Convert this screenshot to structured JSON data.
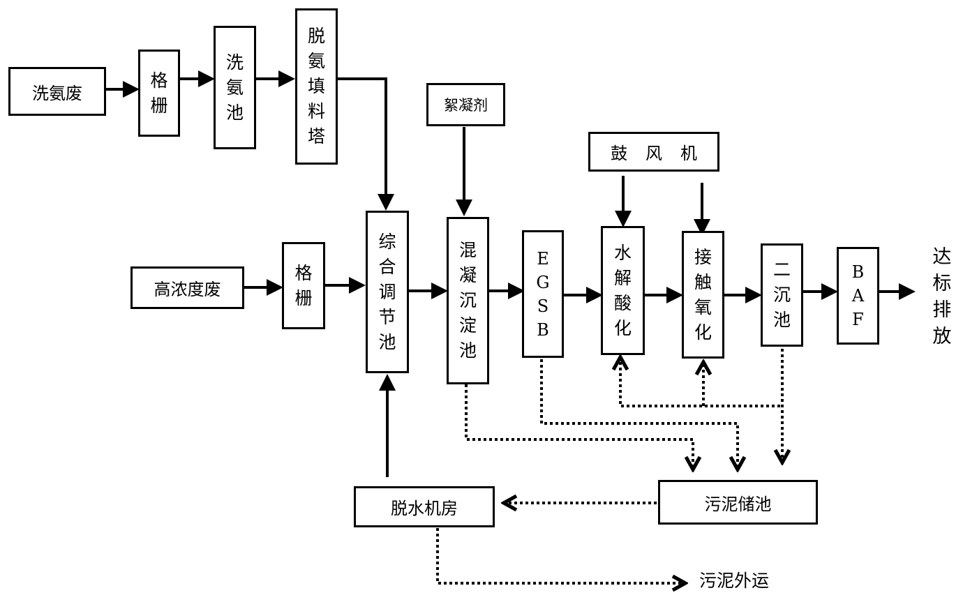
{
  "nodes": {
    "xian_an_fei": "洗氨废",
    "ge_shan_1": "格栅",
    "xi_an_chi": "洗氨池",
    "tuo_an_ta": "脱氨填料塔",
    "xu_ning_ji": "絮凝剂",
    "gu_feng_ji": "鼓风机",
    "gao_nong_fei": "高浓度废",
    "ge_shan_2": "格栅",
    "zong_he_chi": "综合调节池",
    "hun_ning_chi": "混凝沉淀池",
    "egsb": "EGSB",
    "shui_jie": "水解酸化",
    "jie_chu": "接触氧化",
    "er_chen_chi": "二沉池",
    "baf": "BAF",
    "wu_ni_chu_chi": "污泥储池",
    "tuo_shui_jifang": "脱水机房"
  },
  "labels": {
    "discharge": "达标排放",
    "sludge_out": "污泥外运"
  }
}
